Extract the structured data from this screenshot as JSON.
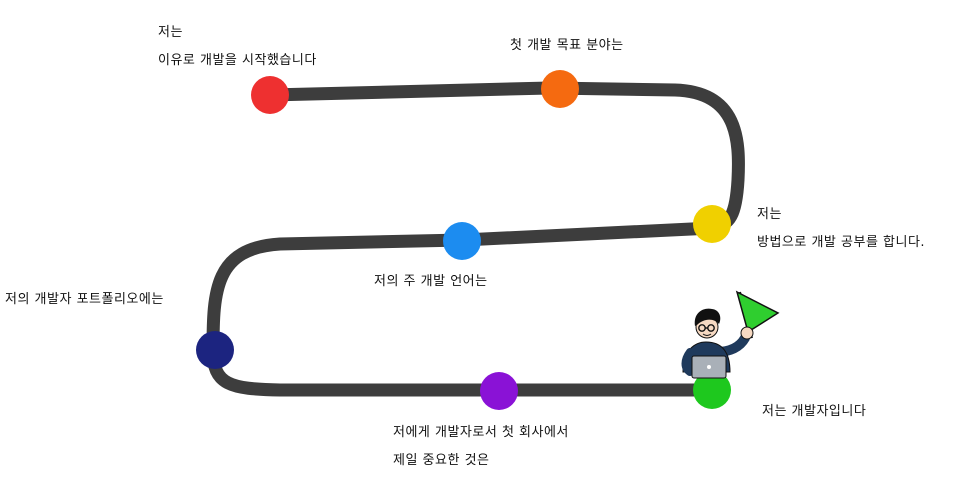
{
  "colors": {
    "road": "#3d3d3d",
    "background": "#ffffff",
    "text": "#111111"
  },
  "milestones": [
    {
      "id": "red",
      "color": "#ee3030",
      "lines": [
        "저는",
        "이유로 개발을 시작했습니다"
      ]
    },
    {
      "id": "orange",
      "color": "#f56a10",
      "lines": [
        "첫 개발 목표 분야는"
      ]
    },
    {
      "id": "yellow",
      "color": "#f0d000",
      "lines": [
        "저는",
        "방법으로 개발 공부를 합니다."
      ]
    },
    {
      "id": "blue",
      "color": "#1c8cf0",
      "lines": [
        "저의 주 개발 언어는"
      ]
    },
    {
      "id": "navy",
      "color": "#1c2480",
      "lines": [
        "저의 개발자 포트폴리오에는"
      ]
    },
    {
      "id": "purple",
      "color": "#8a12d6",
      "lines": [
        "저에게 개발자로서 첫 회사에서",
        "제일 중요한 것은"
      ]
    },
    {
      "id": "green",
      "color": "#1ec81e",
      "lines": [
        "저는 개발자입니다"
      ]
    }
  ],
  "character": {
    "icon": "developer-with-flag-icon",
    "flag_color": "#2fce2f",
    "shirt_color": "#1f3a5c",
    "laptop_color": "#a9b0b8",
    "skin_color": "#f6d9c2",
    "hair_color": "#111111"
  }
}
